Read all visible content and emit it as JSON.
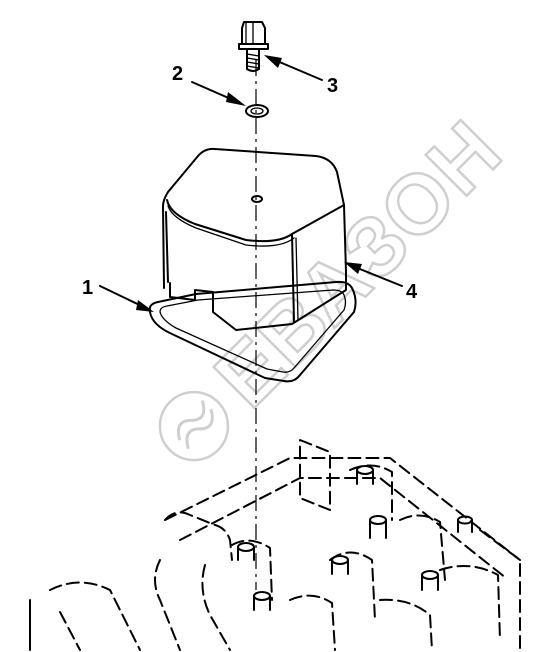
{
  "watermark": {
    "text": "ЕВАЗОН",
    "color": "#cfcfcf"
  },
  "callouts": [
    {
      "id": "1",
      "label": "1",
      "part": "gasket"
    },
    {
      "id": "2",
      "label": "2",
      "part": "o-ring"
    },
    {
      "id": "3",
      "label": "3",
      "part": "bolt"
    },
    {
      "id": "4",
      "label": "4",
      "part": "valve-cover"
    }
  ],
  "colors": {
    "line": "#000000",
    "background": "#ffffff"
  }
}
